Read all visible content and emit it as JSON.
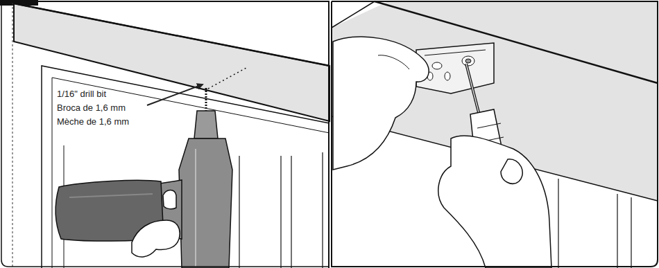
{
  "diagram": {
    "labels": [
      "1/16\" drill bit",
      "Broca de 1,6 mm",
      "Mèche de 1,6 mm"
    ]
  }
}
